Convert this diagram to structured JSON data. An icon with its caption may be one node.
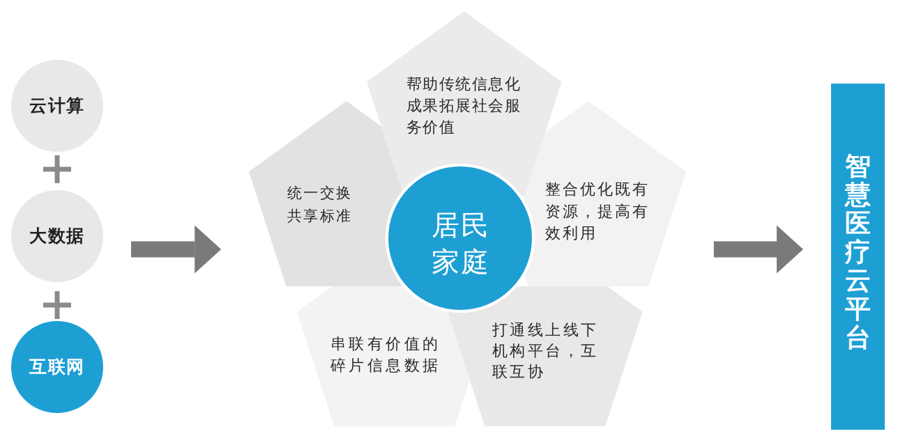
{
  "diagram": {
    "nodes": [
      {
        "text": [
          "云计算"
        ]
      },
      {
        "text": [
          "大数据"
        ]
      },
      {
        "text": [
          "互联网"
        ]
      },
      {
        "text": [
          "居民家庭"
        ]
      },
      {
        "text": [
          "帮助传统信息化成果拓展社会服务价值"
        ]
      },
      {
        "text": [
          "统一交换共享标准"
        ]
      },
      {
        "text": [
          "整合优化既有资源，提高有效利用"
        ]
      },
      {
        "text": [
          "串联有价值的碎片信息数据"
        ]
      },
      {
        "text": [
          "打通线上线下机构平台，互联互协"
        ]
      },
      {
        "text": [
          "智慧医疗云平台"
        ]
      }
    ],
    "edges": [
      {
        "from": 1,
        "to": 5,
        "arrow": "to"
      },
      {
        "from": 6,
        "to": 9,
        "arrow": "to"
      }
    ]
  }
}
